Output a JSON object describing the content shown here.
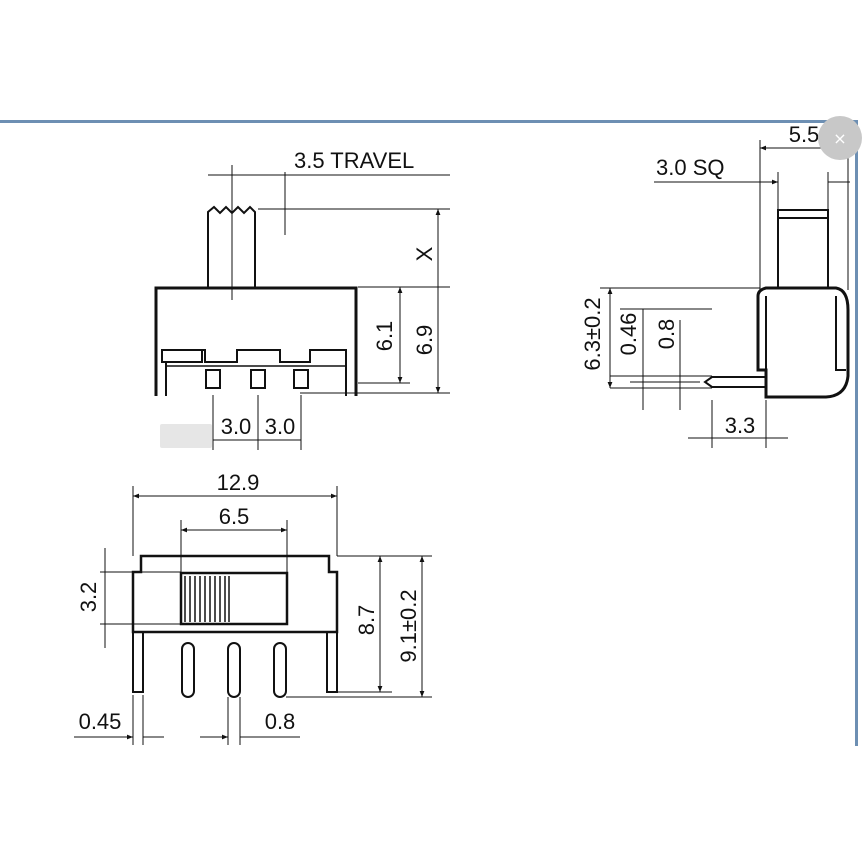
{
  "close_button": {
    "label": "×",
    "icon": "close-icon"
  },
  "side_view": {
    "travel_label": "3.5 TRAVEL",
    "x_label": "X",
    "dim_6_1": "6.1",
    "dim_6_9": "6.9",
    "pitch_left": "3.0",
    "pitch_right": "3.0"
  },
  "end_view": {
    "dim_5_5": "5.5",
    "dim_3_0_sq": "3.0 SQ",
    "dim_6_3": "6.3±0.2",
    "dim_0_46": "0.46",
    "dim_0_8": "0.8",
    "dim_3_3": "3.3"
  },
  "top_view": {
    "dim_12_9": "12.9",
    "dim_6_5": "6.5",
    "dim_3_2": "3.2",
    "dim_8_7": "8.7",
    "dim_9_1": "9.1±0.2",
    "dim_0_45": "0.45",
    "dim_0_8": "0.8"
  }
}
